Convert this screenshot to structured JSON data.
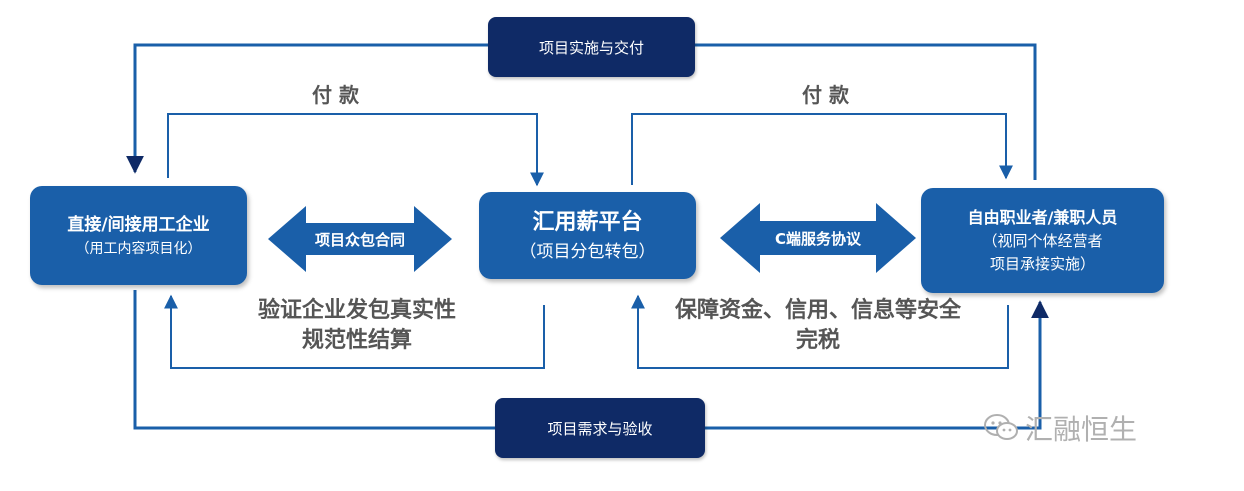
{
  "colors": {
    "box_blue": "#1a5fa9",
    "dark_navy": "#0f2a66",
    "line_blue": "#1a5fa9",
    "label_gray": "#555555"
  },
  "nodes": {
    "enterprise": {
      "title": "直接/间接用工企业",
      "subtitle": "（用工内容项目化）"
    },
    "platform": {
      "title": "汇用薪平台",
      "subtitle": "（项目分包转包）"
    },
    "freelancer": {
      "line1": "自由职业者/兼职人员",
      "line2": "（视同个体经营者",
      "line3": "项目承接实施）"
    }
  },
  "top_bar": "项目实施与交付",
  "bottom_bar": "项目需求与验收",
  "payment_left": "付 款",
  "payment_right": "付 款",
  "arrow_left": "项目众包合同",
  "arrow_right": "C端服务协议",
  "verify_text": {
    "line1": "验证企业发包真实性",
    "line2": "规范性结算"
  },
  "guarantee_text": {
    "line1": "保障资金、信用、信息等安全",
    "line2": "完税"
  },
  "watermark": {
    "text": "汇融恒生",
    "icon": "wechat-icon"
  }
}
